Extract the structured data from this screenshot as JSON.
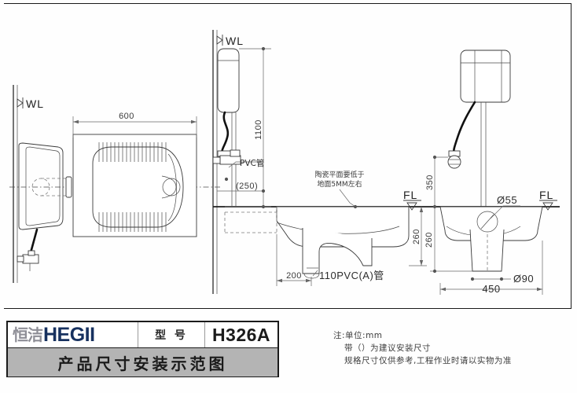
{
  "document": {
    "type": "product-installation-dimension-drawing",
    "units": "mm"
  },
  "title_block": {
    "brand_cn": "恒洁",
    "brand_en": "HEGII",
    "model_label": "型 号",
    "model_value": "H326A",
    "drawing_title": "产品尺寸安装示范图",
    "brand_cn_color": "#8e8e96",
    "brand_en_color": "#17315f",
    "banner_bg": "#b4b4b4"
  },
  "notes": {
    "line1": "注:单位:mm",
    "line2": "带（）为建议安装尺寸",
    "line3": "规格尺寸仅供参考,工程作业时请以实物为准"
  },
  "views": {
    "plan": {
      "name": "plan-view",
      "wl_label": "WL",
      "width_dim": "600"
    },
    "section": {
      "name": "section-elevation-view",
      "wl_label": "WL",
      "cistern_height_dim": "1100",
      "pvc_pipe_label": "PVC管",
      "wall_offset_dim": "(250)",
      "ceramic_note_line1": "陶瓷平面要低于",
      "ceramic_note_line2": "地面5MM左右",
      "floor_level_label": "FL",
      "outlet_offset_dim": "200",
      "drain_label": "110PVC(A)管",
      "depth_dim": "260"
    },
    "front": {
      "name": "front-elevation-view",
      "valve_height_dim": "350",
      "outlet_dia_dim": "Ø55",
      "drain_dia_dim": "Ø90",
      "width_dim": "450",
      "depth_dim": "260",
      "floor_level_label": "FL"
    }
  }
}
